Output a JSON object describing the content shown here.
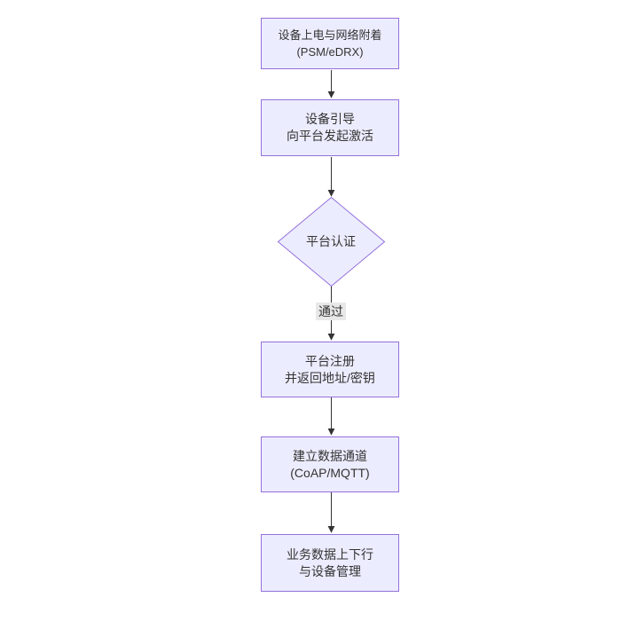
{
  "colors": {
    "canvas-bg": "#ffffff",
    "node-fill": "#ececff",
    "node-border": "#9370db",
    "edge-color": "#333333",
    "arrow-color": "#333333",
    "text-color": "#333333",
    "edge-label-bg": "#e8e8e8"
  },
  "flowchart": {
    "nodes": [
      {
        "id": "power-attach",
        "shape": "rect",
        "lines": [
          "设备上电与网络附着",
          "(PSM/eDRX)"
        ]
      },
      {
        "id": "bootstrap",
        "shape": "rect",
        "lines": [
          "设备引导",
          "向平台发起激活"
        ]
      },
      {
        "id": "auth",
        "shape": "diamond",
        "lines": [
          "平台认证"
        ]
      },
      {
        "id": "register",
        "shape": "rect",
        "lines": [
          "平台注册",
          "并返回地址/密钥"
        ]
      },
      {
        "id": "channel",
        "shape": "rect",
        "lines": [
          "建立数据通道",
          "(CoAP/MQTT)"
        ]
      },
      {
        "id": "business",
        "shape": "rect",
        "lines": [
          "业务数据上下行",
          "与设备管理"
        ]
      }
    ],
    "edges": [
      {
        "from": "power-attach",
        "to": "bootstrap",
        "label": ""
      },
      {
        "from": "bootstrap",
        "to": "auth",
        "label": ""
      },
      {
        "from": "auth",
        "to": "register",
        "label": "通过"
      },
      {
        "from": "register",
        "to": "channel",
        "label": ""
      },
      {
        "from": "channel",
        "to": "business",
        "label": ""
      }
    ]
  }
}
